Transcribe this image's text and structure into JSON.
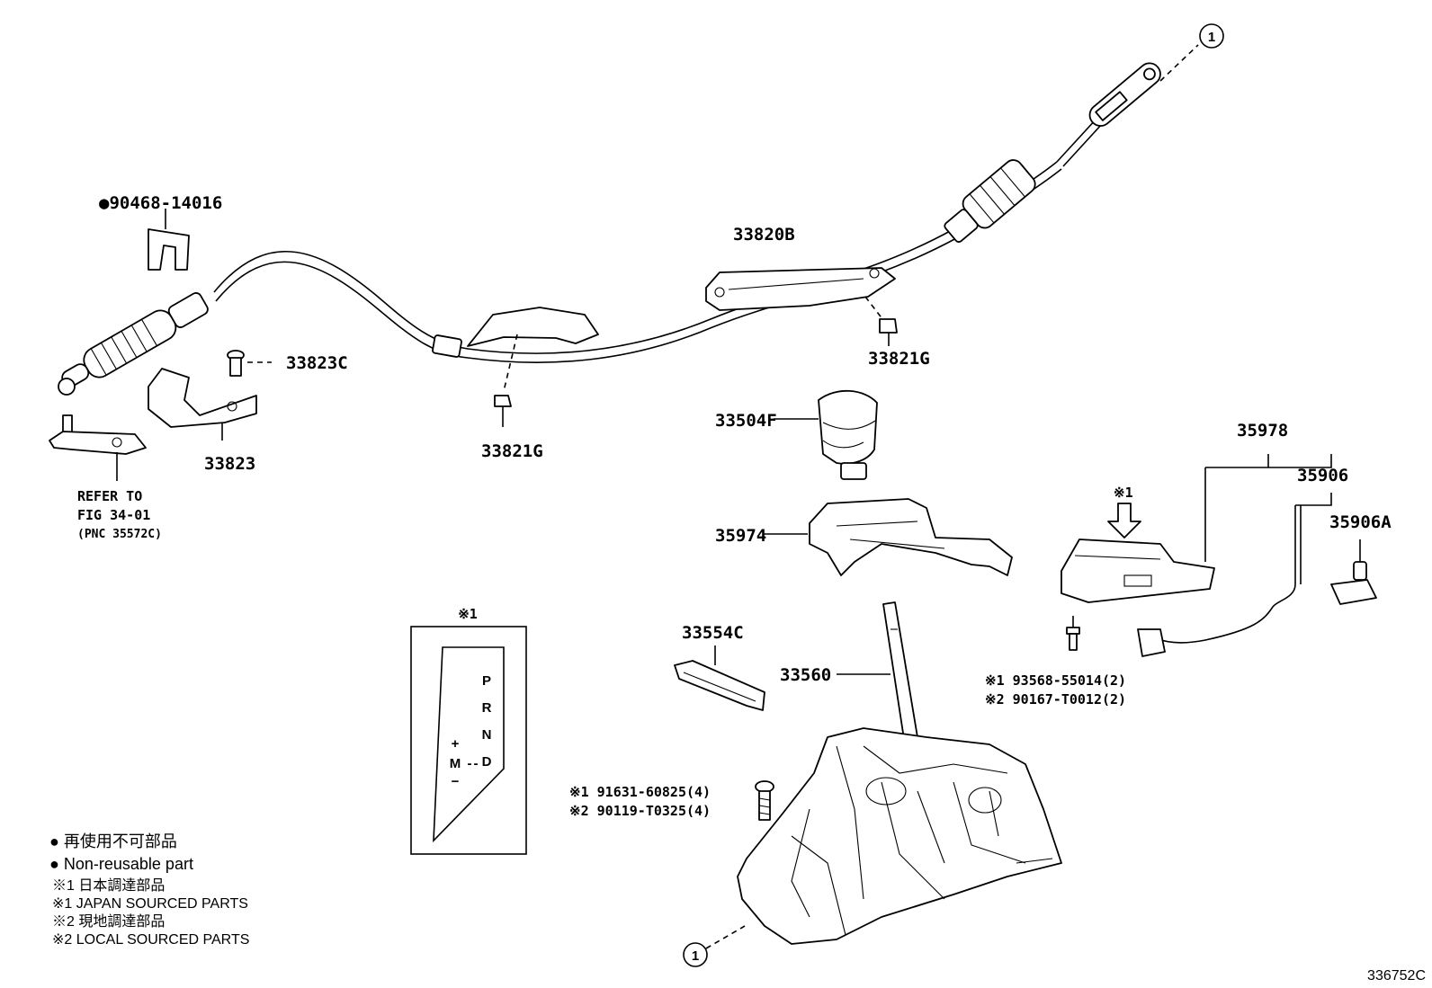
{
  "labels": {
    "p90468": "●90468-14016",
    "p33823C": "33823C",
    "p33823": "33823",
    "p33821G_a": "33821G",
    "p33821G_b": "33821G",
    "p33820B": "33820B",
    "p33504F": "33504F",
    "p35974": "35974",
    "p35978": "35978",
    "p35906": "35906",
    "p35906A": "35906A",
    "p33554C": "33554C",
    "p33560": "33560",
    "note_star1": "※1",
    "bolt1_line1": "※1 93568-55014(2)",
    "bolt1_line2": "※2 90167-T0012(2)",
    "bolt2_line1": "※1 91631-60825(4)",
    "bolt2_line2": "※2 90119-T0325(4)",
    "refer_line1": "REFER TO",
    "refer_line2": "FIG 34-01",
    "refer_line3": "(PNC 35572C)",
    "circle_ref_top": "1",
    "circle_ref_bottom": "1",
    "figure_id": "336752C"
  },
  "indicator_panel": {
    "header": "※1",
    "gears": [
      "P",
      "R",
      "N",
      "D"
    ],
    "plus": "+",
    "minus": "−",
    "m_label": "M",
    "dash1": "-",
    "dash2": "-"
  },
  "legend": {
    "l1": "● 再使用不可部品",
    "l2": "● Non-reusable part",
    "l3": "※1  日本調達部品",
    "l4": "※1  JAPAN SOURCED PARTS",
    "l5": "※2  現地調達部品",
    "l6": "※2  LOCAL SOURCED PARTS"
  }
}
